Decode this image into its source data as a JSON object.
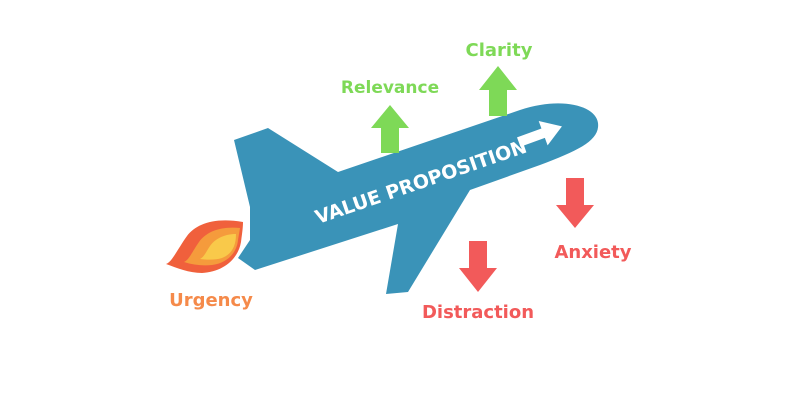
{
  "plane": {
    "label": "VALUE PROPOSITION",
    "color": "#3a93b8"
  },
  "forces": {
    "urgency": {
      "label": "Urgency",
      "color": "#f58a4a",
      "icon": "flame-icon"
    },
    "relevance": {
      "label": "Relevance",
      "color": "#7ed957",
      "direction": "up",
      "icon": "arrow-up-icon"
    },
    "clarity": {
      "label": "Clarity",
      "color": "#7ed957",
      "direction": "up",
      "icon": "arrow-up-icon"
    },
    "anxiety": {
      "label": "Anxiety",
      "color": "#f25a5a",
      "direction": "down",
      "icon": "arrow-down-icon"
    },
    "distraction": {
      "label": "Distraction",
      "color": "#f25a5a",
      "direction": "down",
      "icon": "arrow-down-icon"
    }
  }
}
